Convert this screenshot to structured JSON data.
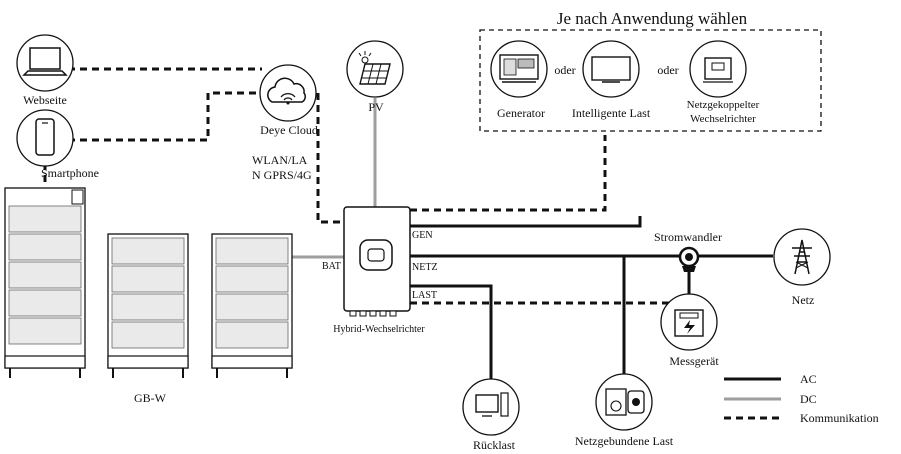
{
  "title": "Je nach Anwendung wählen",
  "labels": {
    "website": "Webseite",
    "smartphone": "Smartphone",
    "cloud": "Deye Cloud",
    "pv": "PV",
    "comm_line1": "WLAN/LA",
    "comm_line2": "N GPRS/4G",
    "generator": "Generator",
    "or1": "oder",
    "smart_load": "Intelligente Last",
    "or2": "oder",
    "grid_inverter_line1": "Netzgekoppelter",
    "grid_inverter_line2": "Wechselrichter",
    "port_gen": "GEN",
    "port_bat": "BAT",
    "port_grid": "NETZ",
    "port_load": "LAST",
    "inverter": "Hybrid-Wechselrichter",
    "ct": "Stromwandler",
    "grid": "Netz",
    "meter": "Messgerät",
    "backup_load": "Rücklast",
    "grid_tied_load": "Netzgebundene Last",
    "battery": "GB-W"
  },
  "legend": [
    {
      "label": "AC",
      "style": "solid-black"
    },
    {
      "label": "DC",
      "style": "solid-gray"
    },
    {
      "label": "Kommunikation",
      "style": "dashed-black"
    }
  ],
  "colors": {
    "ac": "#111111",
    "dc": "#9e9e9e",
    "comm": "#111111"
  }
}
